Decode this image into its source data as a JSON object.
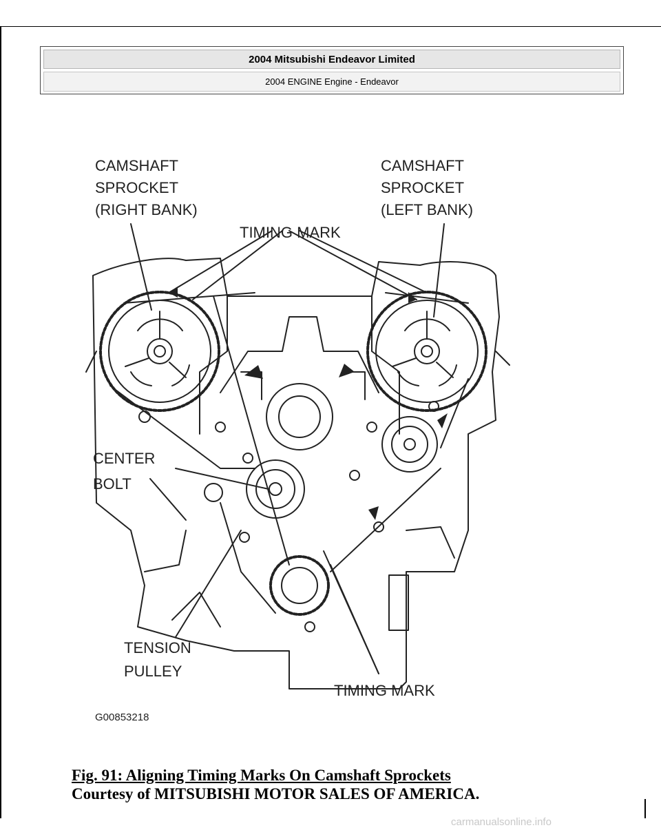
{
  "header": {
    "title": "2004 Mitsubishi Endeavor Limited",
    "subtitle": "2004 ENGINE Engine - Endeavor"
  },
  "figure": {
    "labels": {
      "camshaft_right": [
        "CAMSHAFT",
        "SPROCKET",
        "(RIGHT BANK)"
      ],
      "camshaft_left": [
        "CAMSHAFT",
        "SPROCKET",
        "(LEFT BANK)"
      ],
      "timing_mark_top": "TIMING MARK",
      "center_bolt": [
        "CENTER",
        "BOLT"
      ],
      "tension_pulley": [
        "TENSION",
        "PULLEY"
      ],
      "timing_mark_bottom": "TIMING MARK",
      "figure_code": "G00853218"
    }
  },
  "caption": {
    "title": "Fig. 91: Aligning Timing Marks On Camshaft Sprockets",
    "courtesy": "Courtesy of MITSUBISHI MOTOR SALES OF AMERICA."
  },
  "watermark": "carmanualsonline.info"
}
